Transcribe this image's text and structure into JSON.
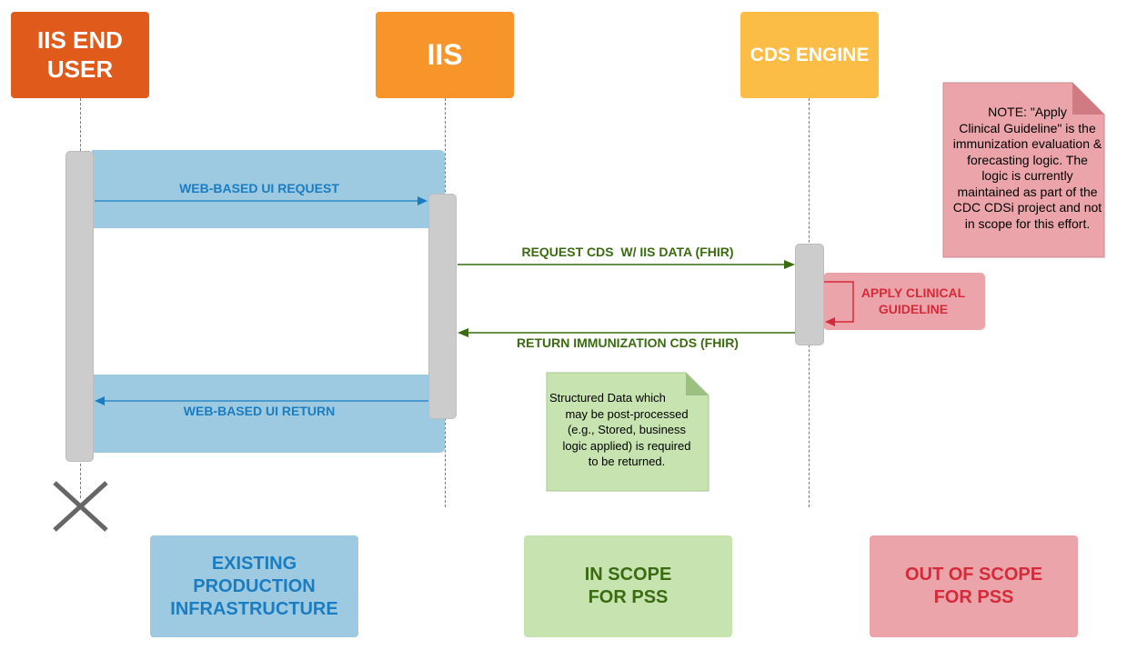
{
  "actors": {
    "end_user": {
      "line1": "IIS END",
      "line2": "USER"
    },
    "iis": {
      "label": "IIS"
    },
    "cds_engine": {
      "label": "CDS ENGINE"
    }
  },
  "messages": {
    "ui_request": "WEB-BASED UI REQUEST",
    "request_cds": "REQUEST CDS  W/ IIS DATA (FHIR)",
    "apply_line1": "APPLY CLINICAL",
    "apply_line2": "GUIDELINE",
    "return_cds": "RETURN IMMUNIZATION CDS (FHIR)",
    "ui_return": "WEB-BASED UI RETURN"
  },
  "notes": {
    "out_of_scope": [
      "NOTE: \"Apply",
      "Clinical Guideline\" is the",
      "immunization evaluation &",
      "forecasting logic. The",
      "logic is currently",
      "maintained as part of the",
      "CDC CDSi project and not",
      "in scope for this effort."
    ],
    "structured_data": [
      "Structured Data which",
      "may be post-processed",
      "(e.g., Stored, business",
      "logic applied) is required",
      "to be returned."
    ]
  },
  "legend": {
    "existing": [
      "EXISTING",
      "PRODUCTION",
      "INFRASTRUCTURE"
    ],
    "in_scope": [
      "IN SCOPE",
      "FOR PSS"
    ],
    "out_scope": [
      "OUT OF SCOPE",
      "FOR PSS"
    ]
  },
  "colors": {
    "end_user": "#e05a1c",
    "iis": "#f7952a",
    "cds_engine": "#fbbd45",
    "existing_bg": "#9ecae1",
    "existing_text": "#1a7dc2",
    "in_scope_bg": "#c6e3b0",
    "in_scope_text": "#3a6b10",
    "out_scope_bg": "#eba5aa",
    "out_scope_text": "#d42a3a"
  }
}
